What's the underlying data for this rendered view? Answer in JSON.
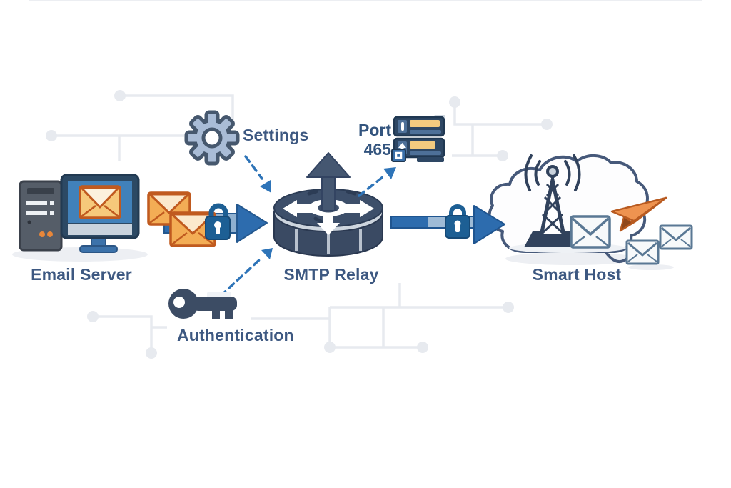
{
  "diagram": {
    "nodes": [
      {
        "id": "email-server",
        "label": "Email Server",
        "icon": "desktop-computer-icon"
      },
      {
        "id": "smtp-relay",
        "label": "SMTP Relay",
        "icon": "router-icon"
      },
      {
        "id": "smart-host",
        "label": "Smart Host",
        "icon": "cloud-tower-icon"
      }
    ],
    "callouts": [
      {
        "id": "settings",
        "label": "Settings",
        "icon": "gear-icon"
      },
      {
        "id": "port-465",
        "label_line1": "Port",
        "label_line2": "465",
        "icon": "server-stack-icon"
      },
      {
        "id": "authentication",
        "label": "Authentication",
        "icon": "key-icon"
      }
    ],
    "connections": [
      {
        "from": "email-server",
        "to": "smtp-relay",
        "type": "solid-arrow",
        "secured": true,
        "carries": "envelopes"
      },
      {
        "from": "smtp-relay",
        "to": "smart-host",
        "type": "solid-arrow",
        "secured": true
      },
      {
        "from": "settings",
        "to": "smtp-relay",
        "type": "dashed-arrow"
      },
      {
        "from": "smtp-relay",
        "to": "port-465",
        "type": "dashed-arrow"
      },
      {
        "from": "authentication",
        "to": "smtp-relay",
        "type": "dashed-arrow"
      }
    ],
    "colors": {
      "label_text": "#3d5881",
      "arrow_blue": "#2d6cae",
      "dashed_blue": "#2e74b8",
      "lock_blue": "#1d5f94",
      "navy": "#33435c",
      "gear_fill": "#a9bcd6",
      "envelope_orange": "#f3ad55",
      "envelope_border": "#c05a1f",
      "plane_orange": "#ee9350",
      "trace_gray": "#e7eaef",
      "white_envelope_border": "#5a7894"
    }
  }
}
